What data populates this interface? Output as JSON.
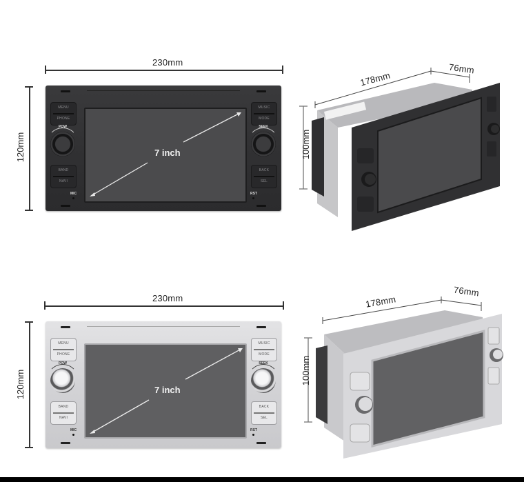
{
  "units": {
    "black_front": {
      "finish": "black",
      "width_label": "230mm",
      "height_label": "120mm",
      "screen_label": "7 inch",
      "buttons_left": {
        "top_pair": [
          "MENU",
          "PHONE"
        ],
        "knob": "POW",
        "bottom_pair": [
          "BAND",
          "NAVI"
        ],
        "hole": "MIC"
      },
      "buttons_right": {
        "top_pair": [
          "MUSIC",
          "MODE"
        ],
        "knob": "SEEK",
        "bottom_pair": [
          "BACK",
          "SEL"
        ],
        "hole": "RST"
      }
    },
    "black_iso": {
      "finish": "black",
      "depth_label": "178mm",
      "bracket_label": "76mm",
      "height_label": "100mm"
    },
    "silver_front": {
      "finish": "silver",
      "width_label": "230mm",
      "height_label": "120mm",
      "screen_label": "7 inch",
      "buttons_left": {
        "top_pair": [
          "MENU",
          "PHONE"
        ],
        "knob": "POW",
        "bottom_pair": [
          "BAND",
          "NAVI"
        ],
        "hole": "MIC"
      },
      "buttons_right": {
        "top_pair": [
          "MUSIC",
          "MODE"
        ],
        "knob": "SEEK",
        "bottom_pair": [
          "BACK",
          "SEL"
        ],
        "hole": "RST"
      }
    },
    "silver_iso": {
      "finish": "silver",
      "depth_label": "178mm",
      "bracket_label": "76mm",
      "height_label": "100mm"
    }
  },
  "colors": {
    "black_body": "#333335",
    "silver_body": "#d3d3d6",
    "screen_black": "#4b4b4d",
    "screen_silver": "#5f5f61",
    "dimension_line": "#333333"
  }
}
